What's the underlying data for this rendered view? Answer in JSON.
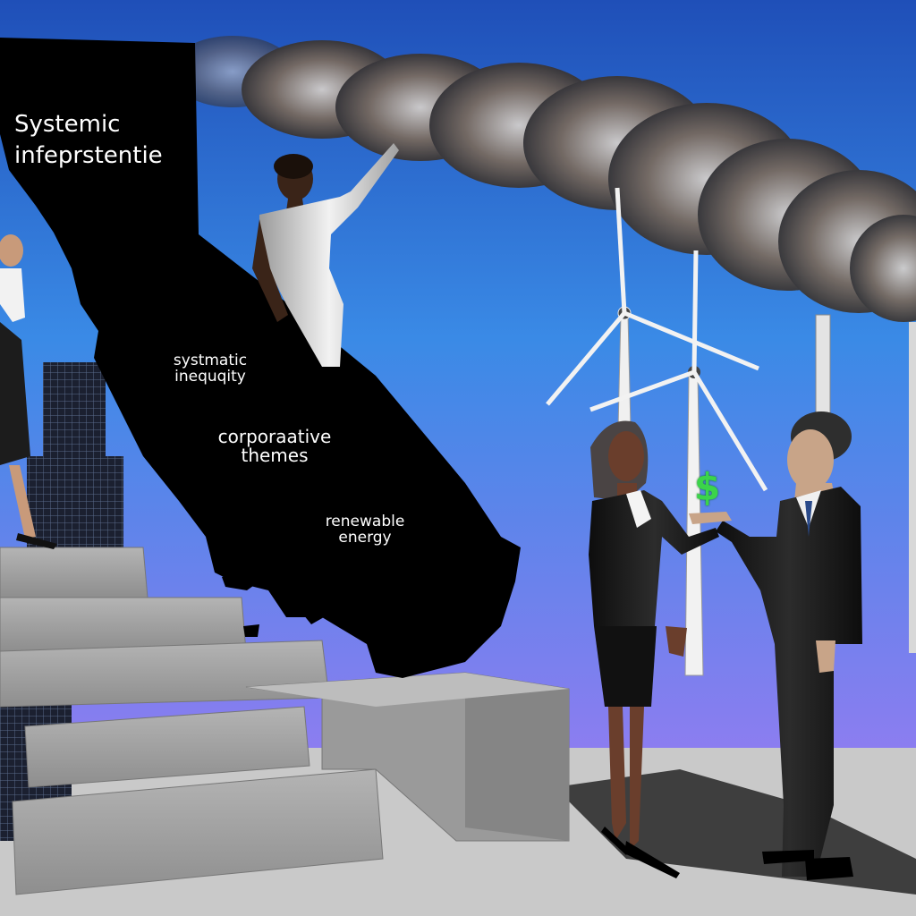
{
  "map_labels": {
    "title_line1": "Systemic",
    "title_line2": "infeprstentie",
    "label1_line1": "systmatic",
    "label1_line2": "inequqity",
    "label2_line1": "corporaative",
    "label2_line2": "themes",
    "label3_line1": "renewable",
    "label3_line2": "energy"
  },
  "money_symbol": "$",
  "colors": {
    "sky_top": "#1f4fb8",
    "sky_bottom": "#8c7df0",
    "ground": "#c9c9c9",
    "map": "#000000",
    "money": "#3bd44a"
  }
}
